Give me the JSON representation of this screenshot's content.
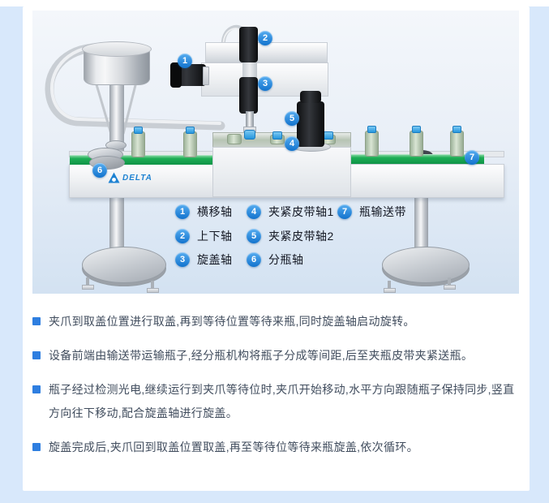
{
  "brand": {
    "logo_text": "DELTA"
  },
  "legend": {
    "items": [
      {
        "num": "1",
        "label": "横移轴"
      },
      {
        "num": "2",
        "label": "上下轴"
      },
      {
        "num": "3",
        "label": "旋盖轴"
      },
      {
        "num": "4",
        "label": "夹紧皮带轴1"
      },
      {
        "num": "5",
        "label": "夹紧皮带轴2"
      },
      {
        "num": "6",
        "label": "分瓶轴"
      },
      {
        "num": "7",
        "label": "瓶输送带"
      }
    ]
  },
  "callouts": {
    "c1": "1",
    "c2": "2",
    "c3": "3",
    "c4": "4",
    "c5": "5",
    "c6": "6",
    "c7": "7"
  },
  "bullets": [
    "夹爪到取盖位置进行取盖,再到等待位置等待来瓶,同时旋盖轴启动旋转。",
    "设备前端由输送带运输瓶子,经分瓶机构将瓶子分成等间距,后至夹瓶皮带夹紧送瓶。",
    "瓶子经过检测光电,继续运行到夹爪等待位时,夹爪开始移动,水平方向跟随瓶子保持同步,竖直方向往下移动,配合旋盖轴进行旋盖。",
    "旋盖完成后,夹爪回到取盖位置取盖,再至等待位等待来瓶旋盖,依次循环。"
  ],
  "colors": {
    "accent_blue": "#1273cd",
    "belt_green": "#1fae55",
    "page_background": "#d8e8fb",
    "bullet_square": "#2e7ee0",
    "text": "#414d5e"
  }
}
